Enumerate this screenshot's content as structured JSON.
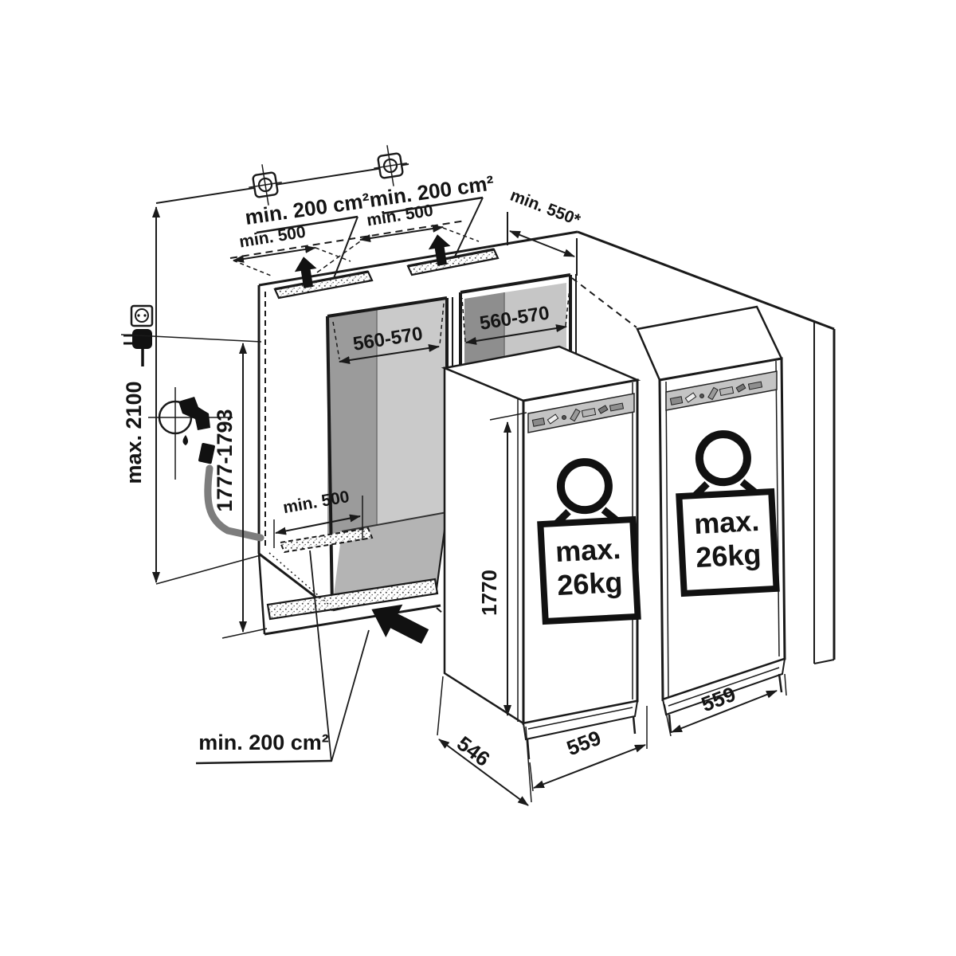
{
  "diagram": {
    "type": "appliance-installation-diagram",
    "subject": "built-in refrigerator side-by-side niche dimensions",
    "colors": {
      "line": "#1a1a1a",
      "background": "#ffffff",
      "niche_side_wall": "#9b9b9b",
      "niche_back_wall": "#cacaca",
      "niche_floor": "#b4b4b4",
      "niche2_side_wall": "#8e8e8e",
      "niche2_back_wall": "#c6c6c6",
      "control_panel": "#c4c4c4",
      "water_hose": "#7d7d7d"
    },
    "icons": {
      "power_socket": "power-socket-icon",
      "power_plug": "power-plug-icon",
      "water_tap": "water-tap-icon",
      "water_hose": "water-hose-line",
      "mounting_marker": "mounting-point-marker",
      "airflow_up": "airflow-up-arrow",
      "airflow_intake": "airflow-intake-arrow",
      "door_weight": "door-weight-icon"
    }
  },
  "labels": {
    "overall_height": "max. 2100",
    "niche_height": "1777-1793",
    "appliance_height": "1770",
    "appliance_depth": "546",
    "appliance_width_1": "559",
    "appliance_width_2": "559",
    "niche_width_1": "560-570",
    "niche_width_2": "560-570",
    "cabinet_depth": "min. 550*",
    "top_air_area_1": "min. 200 cm²",
    "top_air_area_2": "min. 200 cm²",
    "bottom_air_area": "min. 200 cm²",
    "top_clearance_1": "min. 500",
    "top_clearance_2": "min. 500",
    "floor_clearance": "min. 500",
    "door_load_1_line1": "max.",
    "door_load_1_line2": "26kg",
    "door_load_2_line1": "max.",
    "door_load_2_line2": "26kg"
  }
}
